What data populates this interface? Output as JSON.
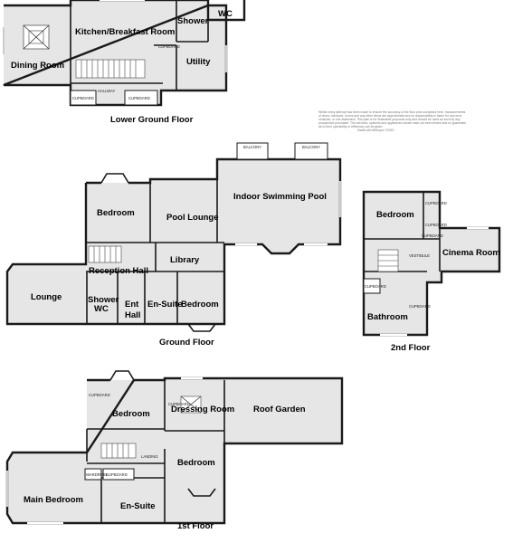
{
  "floors": {
    "lower_ground": {
      "caption": "Lower Ground Floor",
      "rooms": {
        "dining_room": "Dining Room",
        "kitchen": "Kitchen/Breakfast Room",
        "shower": "Shower",
        "wc": "WC",
        "utility": "Utility"
      },
      "small": {
        "hallway": "HALLWAY",
        "cupboard1": "CUPBOARD",
        "cupboard2": "CUPBOARD",
        "cupboard3": "CUPBOARD"
      }
    },
    "ground": {
      "caption": "Ground Floor",
      "rooms": {
        "bedroom": "Bedroom",
        "pool_lounge": "Pool Lounge",
        "pool": "Indoor Swimming Pool",
        "reception": "Reception Hall",
        "library": "Library",
        "lounge": "Lounge",
        "shower": "Shower",
        "wc": "WC",
        "ent": "Ent",
        "hall": "Hall",
        "ensuite": "En-Suite",
        "bedroom2": "Bedroom"
      },
      "small": {
        "balcony1": "BALCONY",
        "balcony2": "BALCONY"
      }
    },
    "second": {
      "caption": "2nd Floor",
      "rooms": {
        "bedroom": "Bedroom",
        "cinema": "Cinema Room",
        "bathroom": "Bathroom"
      },
      "small": {
        "vestibule": "VESTIBULE",
        "cupboard1": "CUPBOARD",
        "cupboard2": "CUPBOARD",
        "cupboard3": "CUPBOARD",
        "cupboard4": "CUPBOARD",
        "cupboard5": "CUPBOARD"
      }
    },
    "first": {
      "caption": "1st Floor",
      "rooms": {
        "bedroom": "Bedroom",
        "dressing": "Dressing Room",
        "roof_garden": "Roof Garden",
        "landing": "LANDING",
        "bedroom2": "Bedroom",
        "main_bedroom": "Main Bedroom",
        "ensuite": "En-Suite"
      },
      "small": {
        "cupboard1": "CUPBOARD",
        "cupboard2": "CUPBOARD",
        "wardrobe": "WARDROBE",
        "cupboard3": "CUPBOARD"
      }
    }
  },
  "disclaimer": [
    "Whilst every attempt has been made to ensure the accuracy of the floor plan contained here, measurements",
    "of doors, windows, rooms and any other items are approximate and no responsibility is taken for any error,",
    "omission, or mis-statement. This plan is for illustrative purposes only and should be used as such by any",
    "prospective purchaser. The services, systems and appliances shown have not been tested and no guarantee",
    "as to their operability or efficiency can be given.",
    "Made with Metropix ©2019"
  ]
}
